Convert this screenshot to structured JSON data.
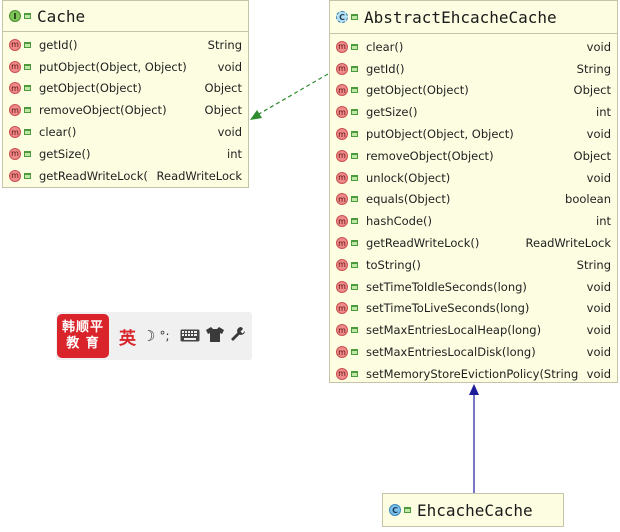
{
  "classes": {
    "cache": {
      "name": "Cache",
      "kind": "interface",
      "kind_letter": "I",
      "methods": [
        {
          "name": "getId()",
          "type": "String"
        },
        {
          "name": "putObject(Object, Object)",
          "type": "void"
        },
        {
          "name": "getObject(Object)",
          "type": "Object"
        },
        {
          "name": "removeObject(Object)",
          "type": "Object"
        },
        {
          "name": "clear()",
          "type": "void"
        },
        {
          "name": "getSize()",
          "type": "int"
        },
        {
          "name": "getReadWriteLock()",
          "type": "ReadWriteLock"
        }
      ]
    },
    "abstract_ehcache_cache": {
      "name": "AbstractEhcacheCache",
      "kind": "abstract class",
      "kind_letter": "C",
      "methods": [
        {
          "name": "clear()",
          "type": "void"
        },
        {
          "name": "getId()",
          "type": "String"
        },
        {
          "name": "getObject(Object)",
          "type": "Object"
        },
        {
          "name": "getSize()",
          "type": "int"
        },
        {
          "name": "putObject(Object, Object)",
          "type": "void"
        },
        {
          "name": "removeObject(Object)",
          "type": "Object"
        },
        {
          "name": "unlock(Object)",
          "type": "void"
        },
        {
          "name": "equals(Object)",
          "type": "boolean"
        },
        {
          "name": "hashCode()",
          "type": "int"
        },
        {
          "name": "getReadWriteLock()",
          "type": "ReadWriteLock"
        },
        {
          "name": "toString()",
          "type": "String"
        },
        {
          "name": "setTimeToIdleSeconds(long)",
          "type": "void"
        },
        {
          "name": "setTimeToLiveSeconds(long)",
          "type": "void"
        },
        {
          "name": "setMaxEntriesLocalHeap(long)",
          "type": "void"
        },
        {
          "name": "setMaxEntriesLocalDisk(long)",
          "type": "void"
        },
        {
          "name": "setMemoryStoreEvictionPolicy(String)",
          "type": "void"
        }
      ]
    },
    "ehcache_cache": {
      "name": "EhcacheCache",
      "kind": "class",
      "kind_letter": "C"
    }
  },
  "method_icon_letter": "m",
  "ime_toolbar": {
    "logo_line1": "韩顺平",
    "logo_line2": "教 育",
    "language": "英",
    "moon_glyph": "☽",
    "punct_glyph": "°;",
    "icons": [
      "keyboard-icon",
      "shirt-icon",
      "wrench-icon"
    ]
  },
  "relations": [
    {
      "from": "abstract_ehcache_cache",
      "to": "cache",
      "type": "implements",
      "line": "dashed",
      "color": "#2e8b2e"
    },
    {
      "from": "ehcache_cache",
      "to": "abstract_ehcache_cache",
      "type": "extends",
      "line": "solid",
      "color": "#2020a0"
    }
  ],
  "colors": {
    "box_bg": "#fdfde2",
    "box_border": "#c4c4a8",
    "method_icon": "#f08a8a",
    "logo_red": "#d8242a"
  }
}
